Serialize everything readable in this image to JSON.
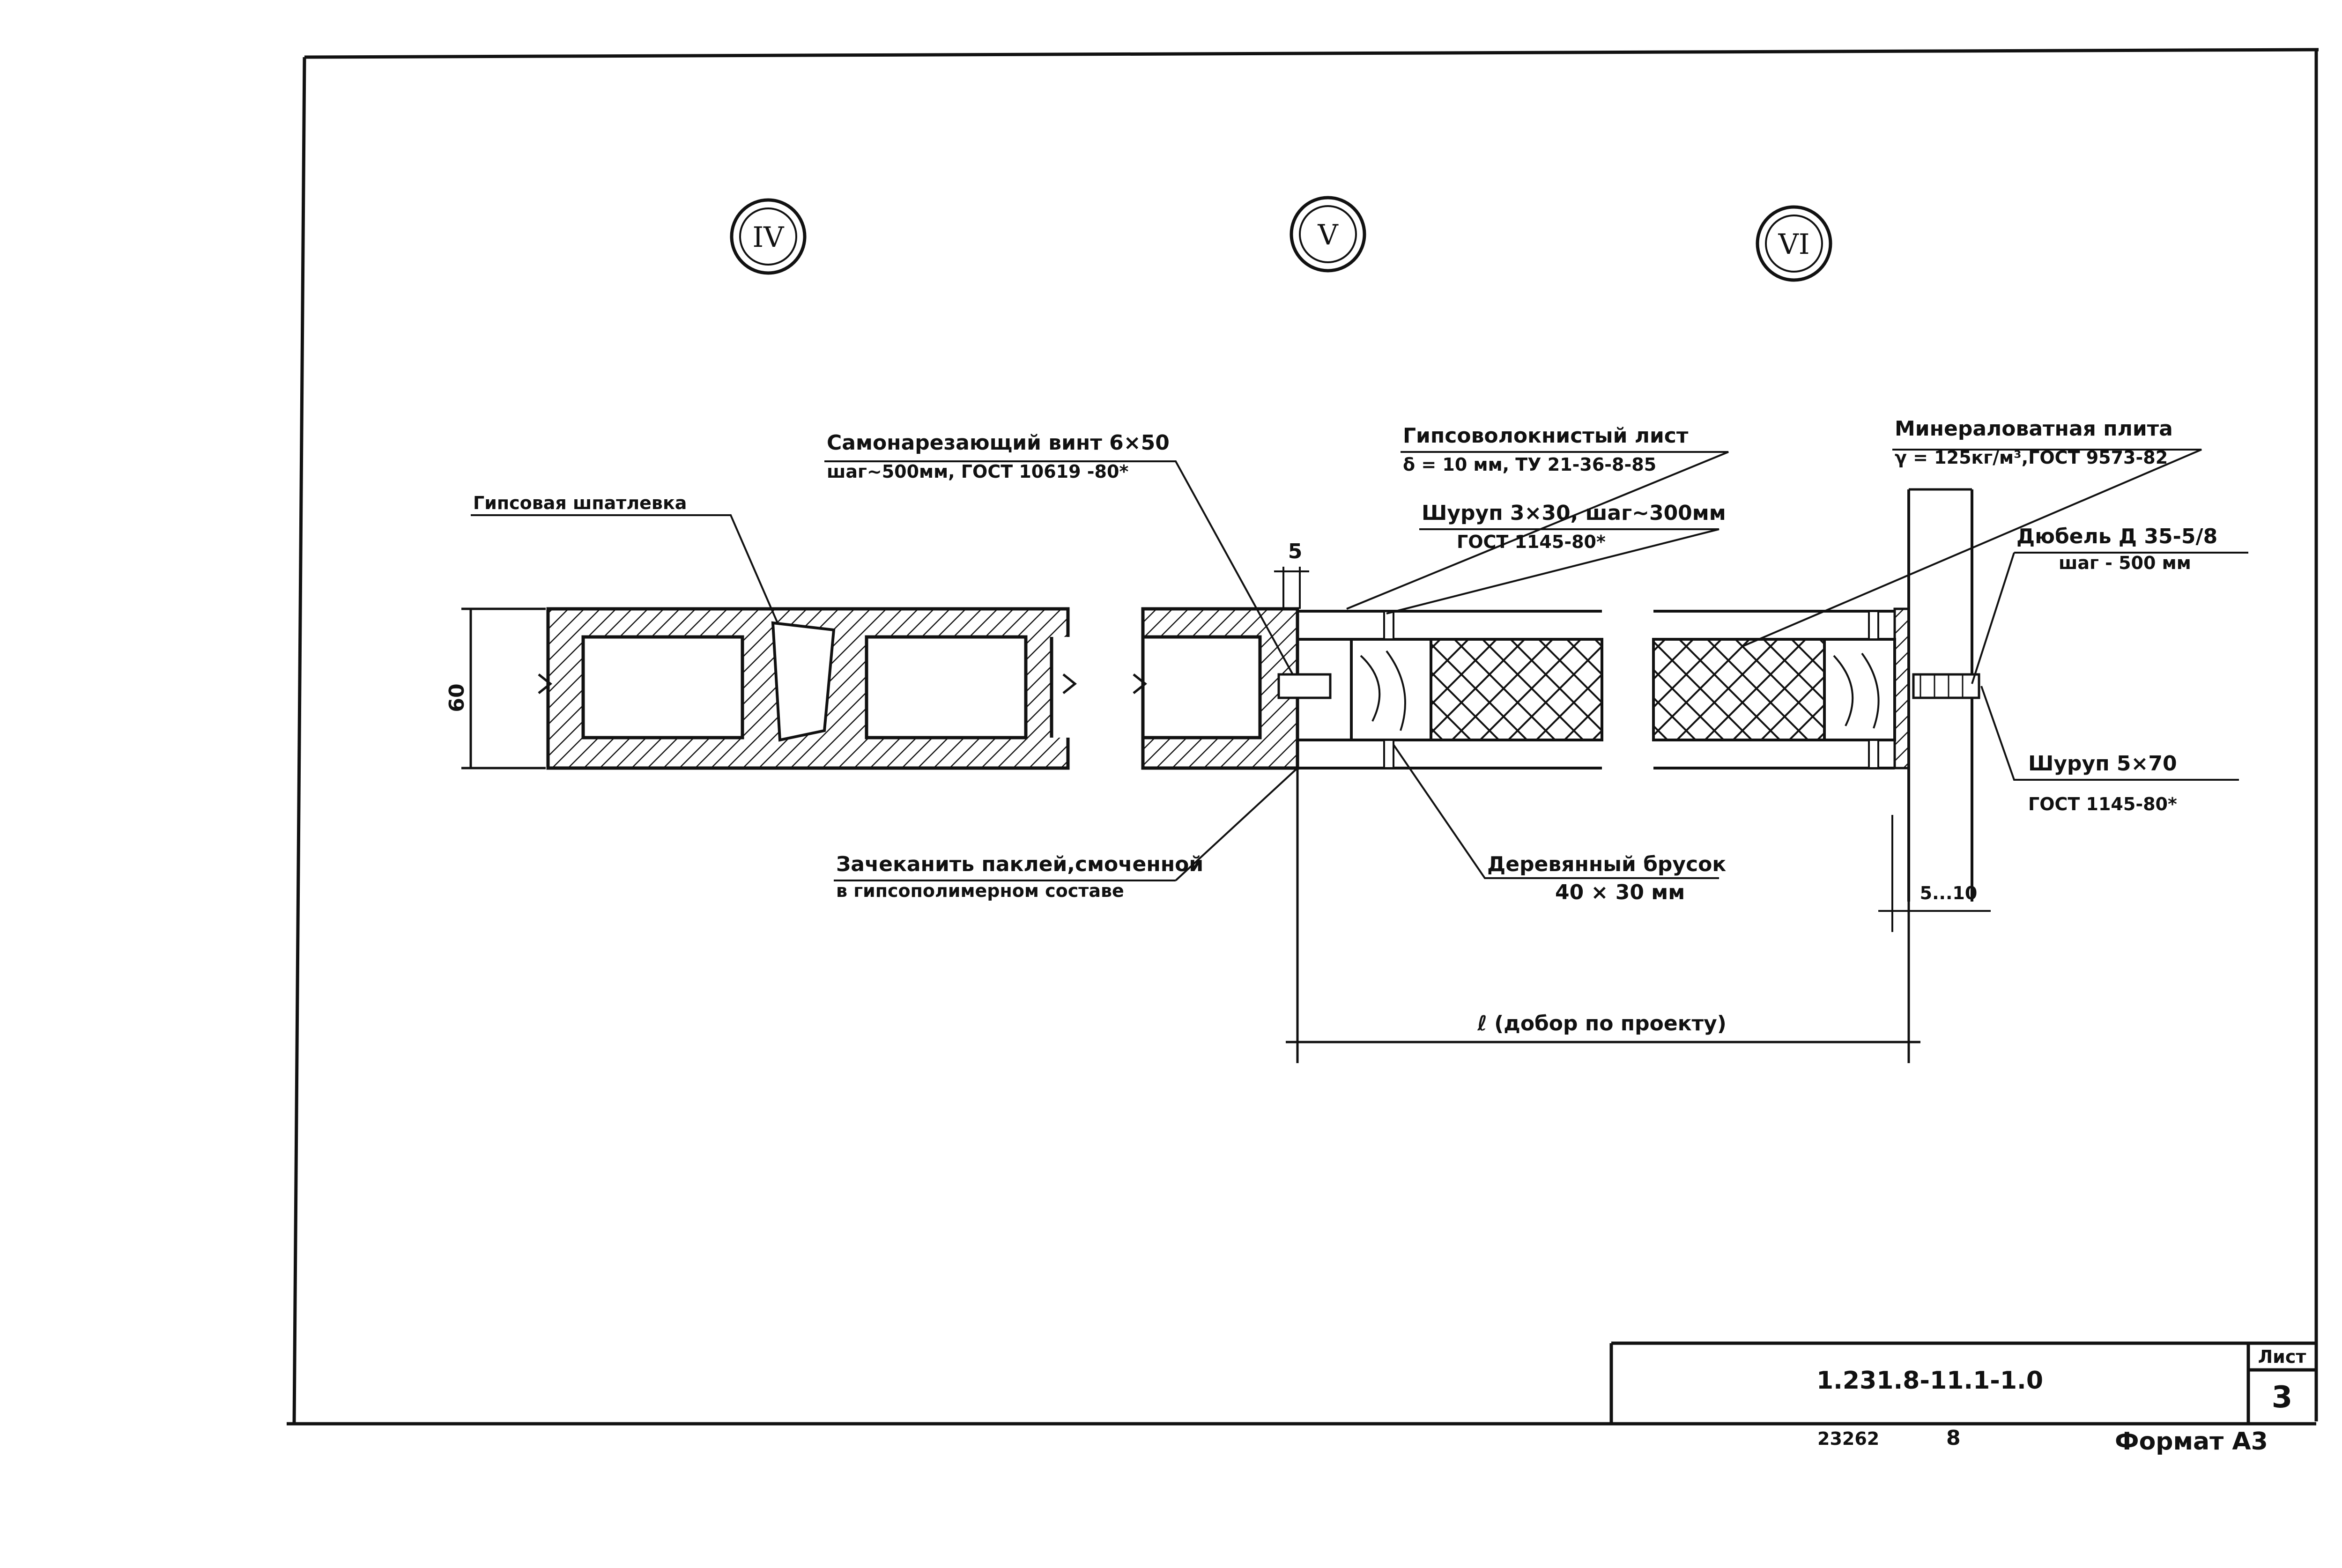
{
  "section_markers": [
    "IV",
    "V",
    "VI"
  ],
  "labels": {
    "putty": "Гипсовая шпатлевка",
    "screw_title": "Самонарезающий винт 6×50",
    "screw_spec": "шаг~500мм, ГОСТ 10619 -80*",
    "gfb_title": "Гипсоволокнистый лист",
    "gfb_spec": "δ = 10 мм, ТУ 21-36-8-85",
    "screw2_title": "Шуруп 3×30, шаг~300мм",
    "screw2_spec": "ГОСТ 1145-80*",
    "mineral_title": "Минераловатная плита",
    "mineral_spec": "γ = 125кг/м³,ГОСТ 9573-82",
    "dowel_title": "Дюбель Д 35-5/8",
    "dowel_spec": "шаг - 500 мм",
    "screw3_title": "Шуруп 5×70",
    "screw3_spec": "ГОСТ 1145-80*",
    "caulk_line1": "Зачеканить паклей,смоченной",
    "caulk_line2": "в гипсополимерном составе",
    "bar_title": "Деревянный брусок",
    "bar_spec": "40 × 30 мм"
  },
  "dimensions": {
    "height": "60",
    "gap": "5",
    "length": "ℓ (добор по проекту)",
    "offset": "5...10"
  },
  "title_block": {
    "doc_number": "1.231.8-11.1-1.0",
    "sheet_label": "Лист",
    "sheet_number": "3"
  },
  "footer": {
    "archive_no": "23262",
    "page_no": "8",
    "format": "Формат А3"
  }
}
